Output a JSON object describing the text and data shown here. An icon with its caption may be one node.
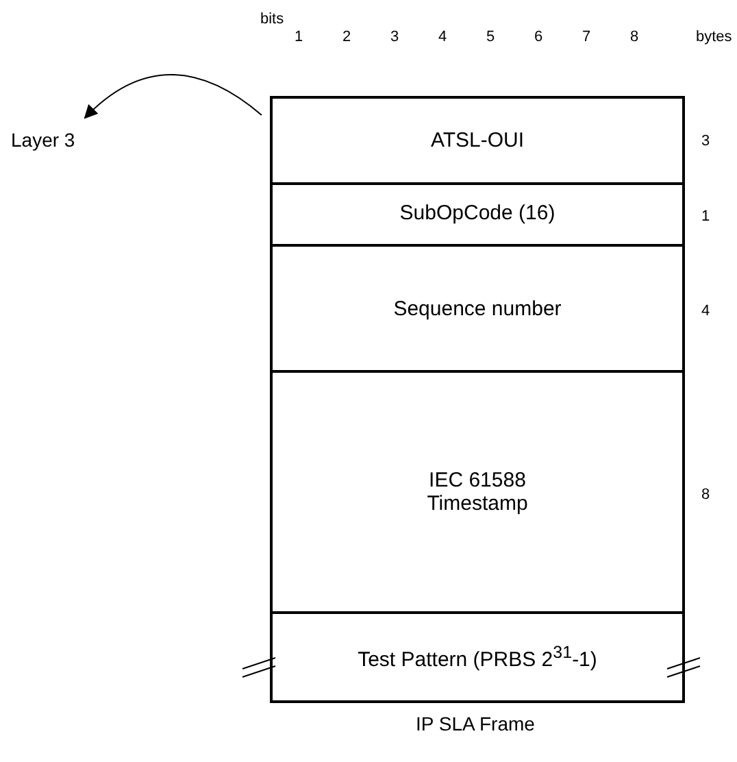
{
  "diagram": {
    "caption": "IP SLA Frame",
    "nodes": [
      {
        "text": [
          "Layer 3"
        ]
      },
      {
        "text": [
          "ATSL-OUI"
        ],
        "beside": [
          "3"
        ]
      },
      {
        "text": [
          "SubOpCode (16)"
        ],
        "beside": [
          "1"
        ]
      },
      {
        "text": [
          "Sequence number"
        ],
        "beside": [
          "4"
        ]
      },
      {
        "text": [
          "IEC 61588 Timestamp"
        ],
        "beside": [
          "8"
        ]
      },
      {
        "text": [
          "Test Pattern (PRBS 2$^{31}$-1)"
        ]
      }
    ],
    "edges": [
      {
        "from": 1,
        "to": 0,
        "arrow": "to"
      }
    ],
    "labels": [
      "bits",
      "1",
      "2",
      "3",
      "4",
      "5",
      "6",
      "7",
      "8",
      "bytes"
    ]
  }
}
